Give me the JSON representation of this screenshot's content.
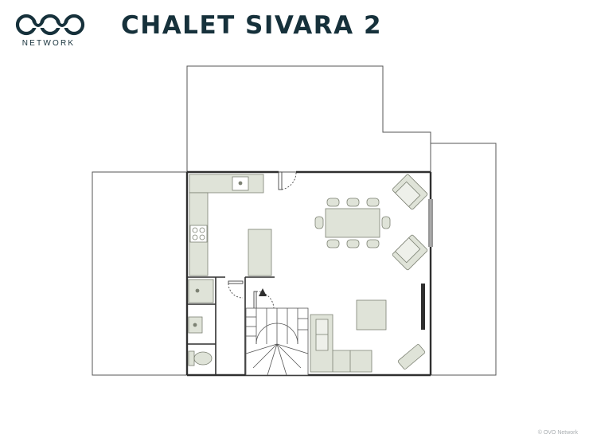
{
  "brand": {
    "logo_mark": "OVO",
    "logo_name": "NETWORK"
  },
  "title": "CHALET SIVARA 2",
  "copyright": "© OVO Network",
  "colors": {
    "brand_navy": "#16313b",
    "wall": "#2f2f2f",
    "fixture_fill": "#dfe3d8",
    "fixture_stroke": "#7c8173"
  },
  "icons": [
    "ovo-logo-icon",
    "sink-icon",
    "stove-icon",
    "toilet-icon",
    "tv-icon",
    "armchair-icon",
    "chair-icon",
    "sofa-icon",
    "staircase-icon",
    "door-icon"
  ]
}
